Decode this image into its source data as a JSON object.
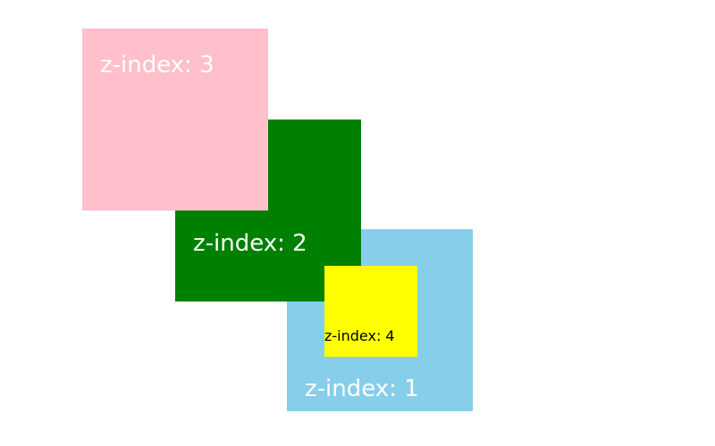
{
  "boxes": {
    "pink": {
      "label": "z-index: 3",
      "color": "#ffc0cb"
    },
    "green": {
      "label": "z-index: 2",
      "color": "#008000"
    },
    "blue": {
      "label": "z-index: 1",
      "color": "#87ceeb"
    },
    "yellow": {
      "label": "z-index: 4",
      "color": "#ffff00"
    }
  }
}
